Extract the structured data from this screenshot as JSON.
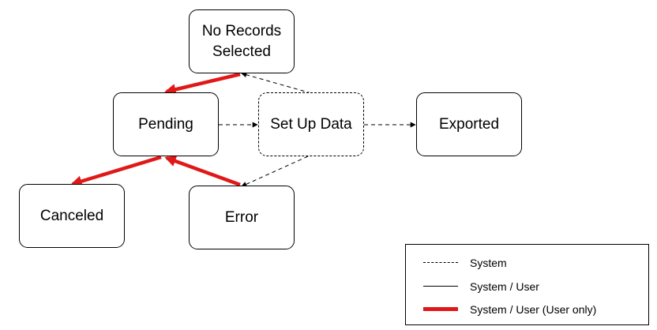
{
  "nodes": {
    "no_records": "No Records\nSelected",
    "pending": "Pending",
    "setup": "Set Up Data",
    "exported": "Exported",
    "canceled": "Canceled",
    "error": "Error"
  },
  "colors": {
    "user_only": "#e01818",
    "line": "#000000"
  },
  "legend": {
    "items": [
      {
        "label": "System",
        "style": "dashed"
      },
      {
        "label": "System / User",
        "style": "solid"
      },
      {
        "label": "System / User (User only)",
        "style": "thick-red"
      }
    ]
  }
}
